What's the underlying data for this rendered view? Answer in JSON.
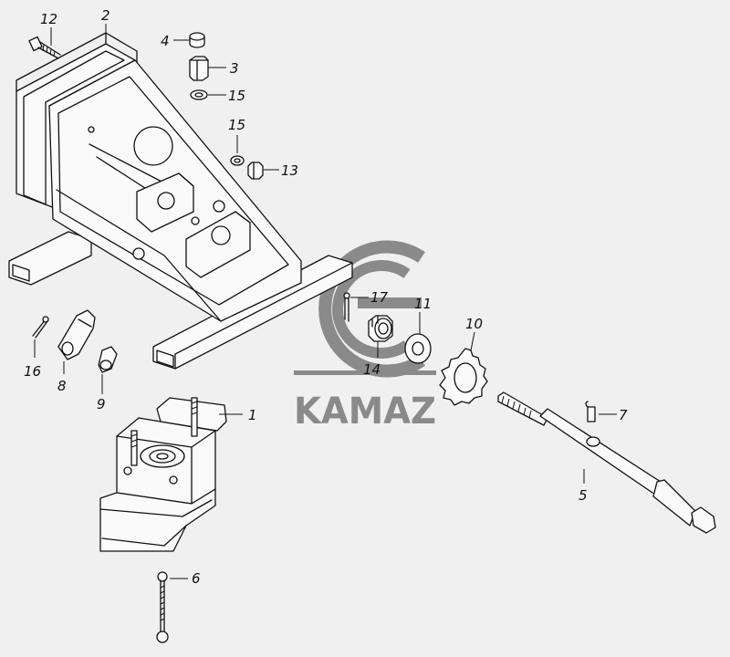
{
  "logo": {
    "text": "KAMAZ",
    "color": "#8a8a8a"
  },
  "callouts": {
    "c1": "1",
    "c2": "2",
    "c3": "3",
    "c4": "4",
    "c5": "5",
    "c6": "6",
    "c7": "7",
    "c8": "8",
    "c9": "9",
    "c10": "10",
    "c11": "11",
    "c12": "12",
    "c13": "13",
    "c14": "14",
    "c15a": "15",
    "c15b": "15",
    "c16": "16",
    "c17": "17"
  },
  "colors": {
    "background": "#f0f0f0",
    "line": "#111111",
    "watermark": "#8a8a8a"
  }
}
